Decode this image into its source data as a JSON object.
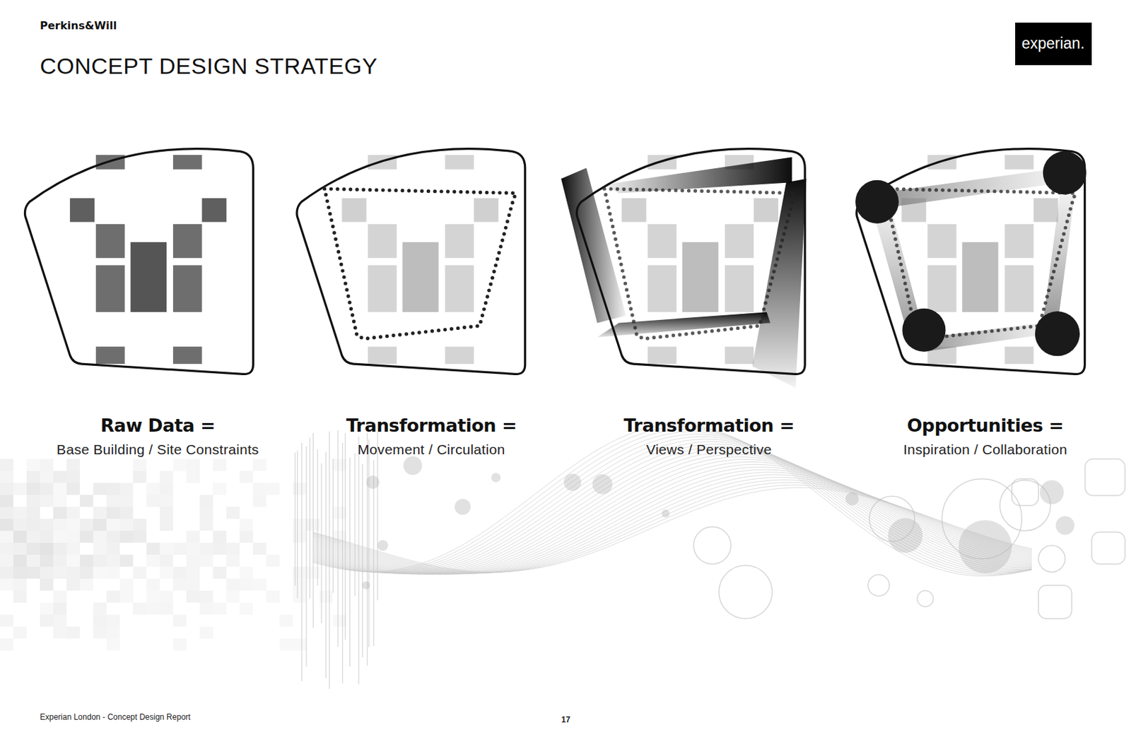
{
  "diagram": {
    "title": "CONCEPT DESIGN STRATEGY",
    "nodes": [
      {
        "text": [
          "Raw Data =",
          "Base Building / Site Constraints"
        ]
      },
      {
        "text": [
          "Transformation =",
          "Movement / Circulation"
        ]
      },
      {
        "text": [
          "Transformation =",
          "Views / Perspective"
        ]
      },
      {
        "text": [
          "Opportunities =",
          "Inspiration / Collaboration"
        ]
      }
    ],
    "labels": [
      "Perkins&Will",
      "experian.",
      "Experian London - Concept Design Report",
      "17"
    ]
  }
}
